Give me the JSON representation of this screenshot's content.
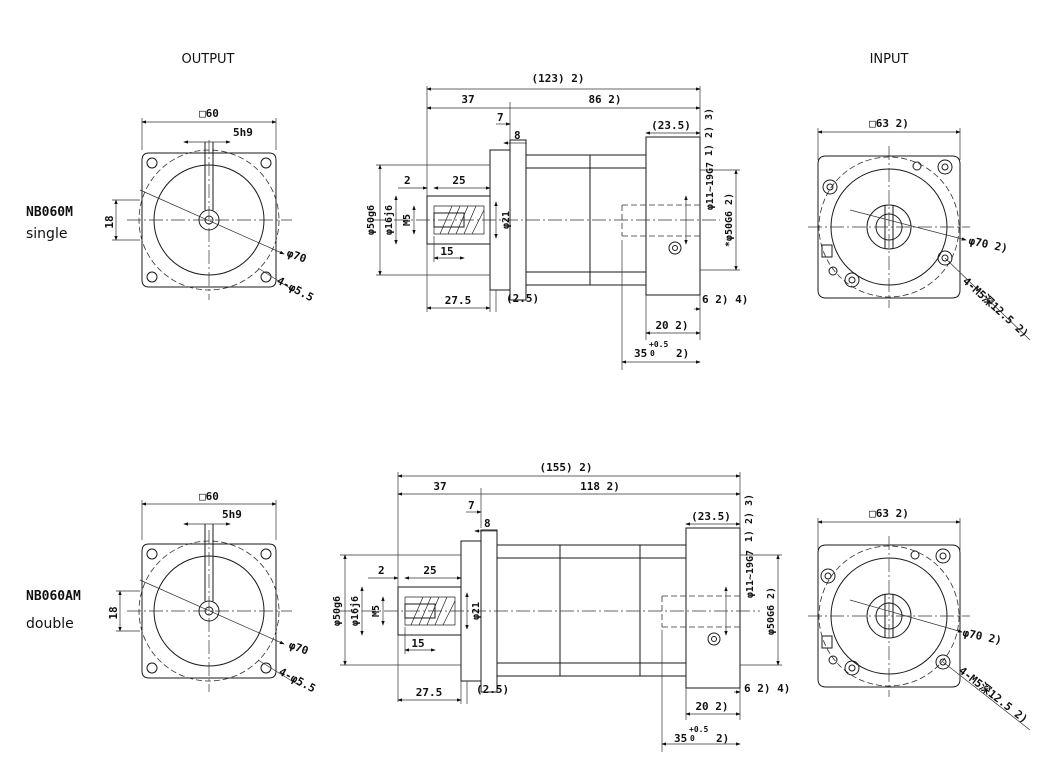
{
  "headers": {
    "output": "OUTPUT",
    "input": "INPUT"
  },
  "rows": [
    {
      "model": "NB060M",
      "variant": "single",
      "output_view": {
        "square": "□60",
        "key": "5h9",
        "height": "18",
        "pcd": "φ70",
        "holes": "4-φ5.5"
      },
      "side_view": {
        "overall": "(123)  2)",
        "left_len": "37",
        "body_len": "86  2)",
        "flange_t": "7",
        "flange_gap": "8",
        "input_len": "(23.5)",
        "note_v": "1) 2) 3)",
        "shaft_gap": "2",
        "shaft_len": "25",
        "shaft_small": "15",
        "dia_pilot": "φ50g6",
        "dia_shaft": "φ16j6",
        "thread": "M5",
        "dia_body": "φ21",
        "bore": "φ11~19G7",
        "input_pilot": "*φ50G6  2)",
        "bottom_shaft": "27.5",
        "bottom_gap": "(2.5)",
        "bottom_6": "6  2) 4)",
        "bottom_20": "20  2)",
        "bottom_35": "35",
        "tol_hi": "+0.5",
        "tol_lo": "0",
        "bottom_35_note": "2)"
      },
      "input_view": {
        "square": "□63  2)",
        "pcd": "φ70  2)",
        "holes": "4-M5深12.5  2)"
      }
    },
    {
      "model": "NB060AM",
      "variant": "double",
      "output_view": {
        "square": "□60",
        "key": "5h9",
        "height": "18",
        "pcd": "φ70",
        "holes": "4-φ5.5"
      },
      "side_view": {
        "overall": "(155)  2)",
        "left_len": "37",
        "body_len": "118  2)",
        "flange_t": "7",
        "flange_gap": "8",
        "input_len": "(23.5)",
        "note_v": "1) 2) 3)",
        "shaft_gap": "2",
        "shaft_len": "25",
        "shaft_small": "15",
        "dia_pilot": "φ50g6",
        "dia_shaft": "φ16j6",
        "thread": "M5",
        "dia_body": "φ21",
        "bore": "φ11~19G7",
        "input_pilot": "φ50G6  2)",
        "bottom_shaft": "27.5",
        "bottom_gap": "(2.5)",
        "bottom_6": "6  2) 4)",
        "bottom_20": "20  2)",
        "bottom_35": "35",
        "tol_hi": "+0.5",
        "tol_lo": "0",
        "bottom_35_note": "2)"
      },
      "input_view": {
        "square": "□63  2)",
        "pcd": "φ70  2)",
        "holes": "4-M5深12.5  2)"
      }
    }
  ]
}
